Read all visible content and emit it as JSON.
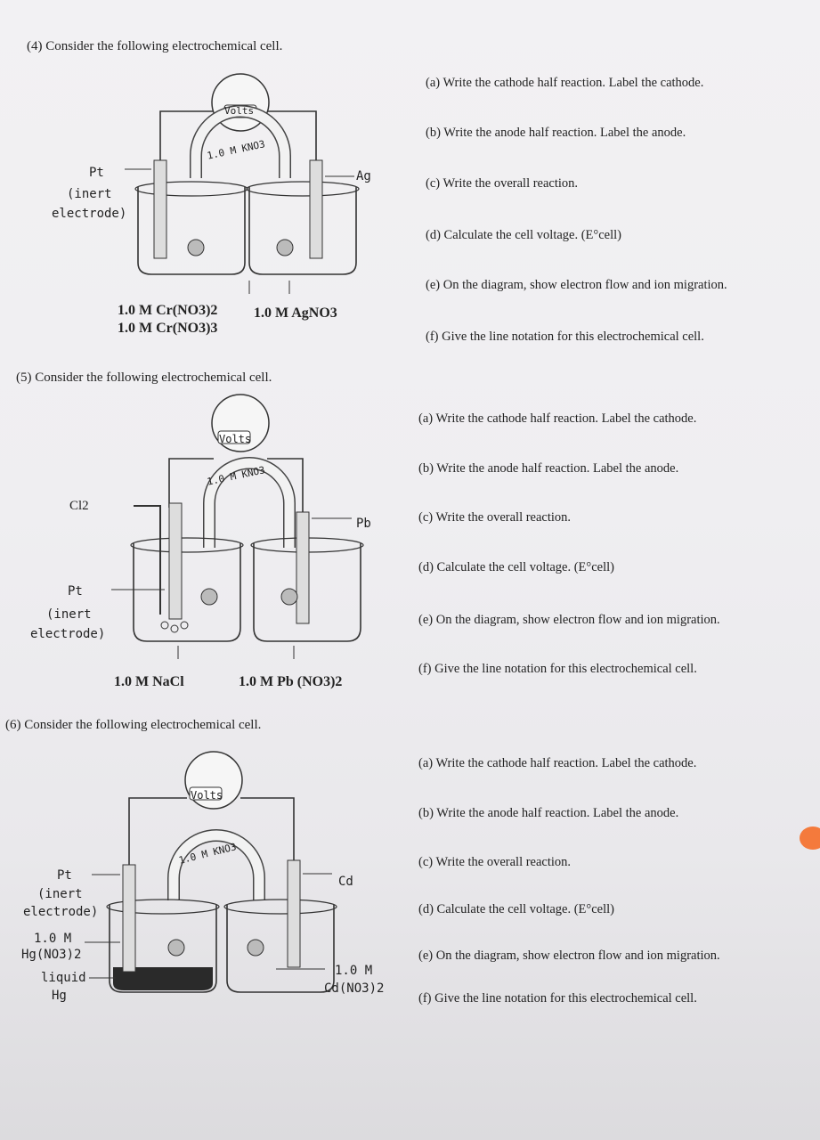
{
  "problems": [
    {
      "header": "(4) Consider the following electrochemical cell.",
      "meter_label": "Volts",
      "bridge_label": "1.0 M KNO3",
      "left_electrode": "Pt",
      "left_electrode_note1": "(inert",
      "left_electrode_note2": "electrode)",
      "right_electrode": "Ag",
      "solution_left_1": "1.0 M Cr(NO3)2",
      "solution_left_2": "1.0 M Cr(NO3)3",
      "solution_right": "1.0 M AgNO3",
      "questions": [
        "(a) Write the cathode half reaction. Label the cathode.",
        "(b) Write the anode half reaction. Label the anode.",
        "(c) Write the overall reaction.",
        "(d) Calculate the cell voltage. (E°cell)",
        "(e) On the diagram, show electron flow and ion migration.",
        "(f) Give the line notation for this electrochemical cell."
      ]
    },
    {
      "header": "(5) Consider the following electrochemical cell.",
      "meter_label": "Volts",
      "bridge_label": "1.0 M KNO3",
      "gas_label": "Cl2",
      "left_electrode": "Pt",
      "left_electrode_note1": "(inert",
      "left_electrode_note2": "electrode)",
      "right_electrode": "Pb",
      "solution_left": "1.0 M NaCl",
      "solution_right": "1.0 M Pb (NO3)2",
      "questions": [
        "(a) Write the cathode half reaction. Label the cathode.",
        "(b) Write the anode half reaction. Label the anode.",
        "(c) Write the overall reaction.",
        "(d) Calculate the cell voltage. (E°cell)",
        "(e) On the diagram, show electron flow and ion migration.",
        "(f) Give the line notation for this electrochemical cell."
      ]
    },
    {
      "header": "(6) Consider the following electrochemical cell.",
      "meter_label": "Volts",
      "bridge_label": "1.0 M KNO3",
      "left_electrode": "Pt",
      "left_electrode_note1": "(inert",
      "left_electrode_note2": "electrode)",
      "left_solution_1": "1.0 M",
      "left_solution_2": "Hg(NO3)2",
      "liquid_1": "liquid",
      "liquid_2": "Hg",
      "right_electrode": "Cd",
      "right_solution_1": "1.0 M",
      "right_solution_2": "Cd(NO3)2",
      "questions": [
        "(a) Write the cathode half reaction. Label the cathode.",
        "(b) Write the anode half reaction. Label the anode.",
        "(c) Write the overall reaction.",
        "(d) Calculate the cell voltage. (E°cell)",
        "(e) On the diagram, show electron flow and ion migration.",
        "(f) Give the line notation for this electrochemical cell."
      ]
    }
  ]
}
